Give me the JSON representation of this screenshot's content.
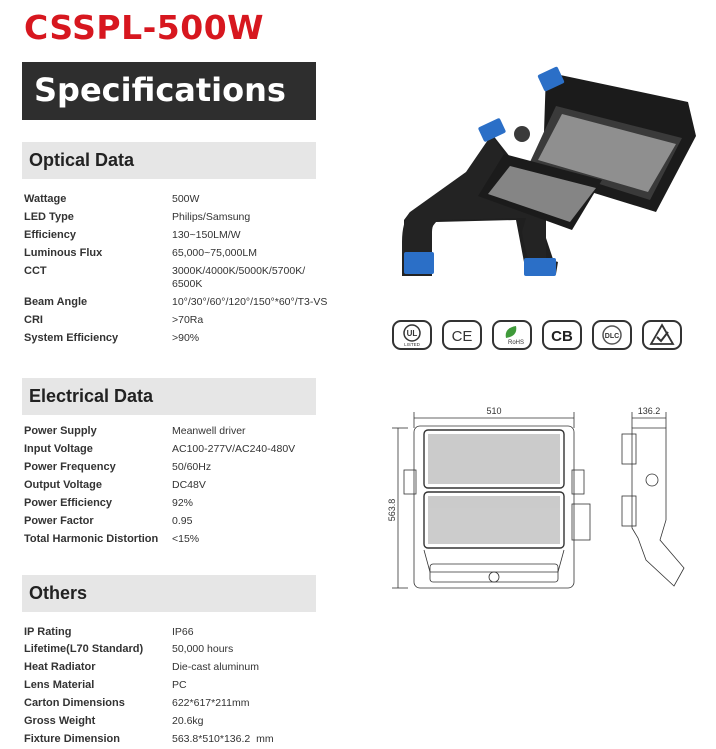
{
  "header": {
    "model": "CSSPL-500W",
    "banner": "Specifications"
  },
  "sections": {
    "optical": {
      "title": "Optical Data",
      "rows": [
        {
          "key": "Wattage",
          "value": "500W"
        },
        {
          "key": "LED Type",
          "value": "Philips/Samsung"
        },
        {
          "key": "Efficiency",
          "value": "130~150LM/W"
        },
        {
          "key": "Luminous Flux",
          "value": "65,000~75,000LM"
        },
        {
          "key": "CCT",
          "value": "3000K/4000K/5000K/5700K/ 6500K"
        },
        {
          "key": "Beam Angle",
          "value": "10°/30°/60°/120°/150°*60°/T3-VS"
        },
        {
          "key": "CRI",
          "value": ">70Ra"
        },
        {
          "key": "System Efficiency",
          "value": ">90%"
        }
      ]
    },
    "electrical": {
      "title": "Electrical Data",
      "rows": [
        {
          "key": "Power Supply",
          "value": "Meanwell driver"
        },
        {
          "key": "Input Voltage",
          "value": "AC100-277V/AC240-480V"
        },
        {
          "key": "Power Frequency",
          "value": "50/60Hz"
        },
        {
          "key": "Output Voltage",
          "value": "DC48V"
        },
        {
          "key": "Power Efficiency",
          "value": "92%"
        },
        {
          "key": "Power Factor",
          "value": "0.95"
        },
        {
          "key": "Total Harmonic Distortion",
          "value": "<15%"
        }
      ]
    },
    "others": {
      "title": "Others",
      "rows": [
        {
          "key": "IP Rating",
          "value": "IP66"
        },
        {
          "key": "Lifetime(L70 Standard)",
          "value": "50,000 hours"
        },
        {
          "key": "Heat Radiator",
          "value": "Die-cast aluminum"
        },
        {
          "key": "Lens Material",
          "value": "PC"
        },
        {
          "key": "Carton Dimensions",
          "value": "622*617*211mm"
        },
        {
          "key": "Gross Weight",
          "value": "20.6kg"
        },
        {
          "key": "Fixture Dimension",
          "value": "563.8*510*136.2  mm"
        }
      ]
    }
  },
  "certifications": {
    "ul": "UL",
    "ul_sub": "LISTED",
    "ce": "CE",
    "rohs": "RoHS",
    "cb": "CB",
    "dlc": "DLC"
  },
  "drawing": {
    "width_label": "510",
    "height_label": "563.8",
    "depth_label": "136.2"
  },
  "colors": {
    "title_red": "#d7171f",
    "banner_bg": "#2e2e2e",
    "section_bg": "#e6e6e6",
    "fixture_blue": "#2b6fc7"
  }
}
